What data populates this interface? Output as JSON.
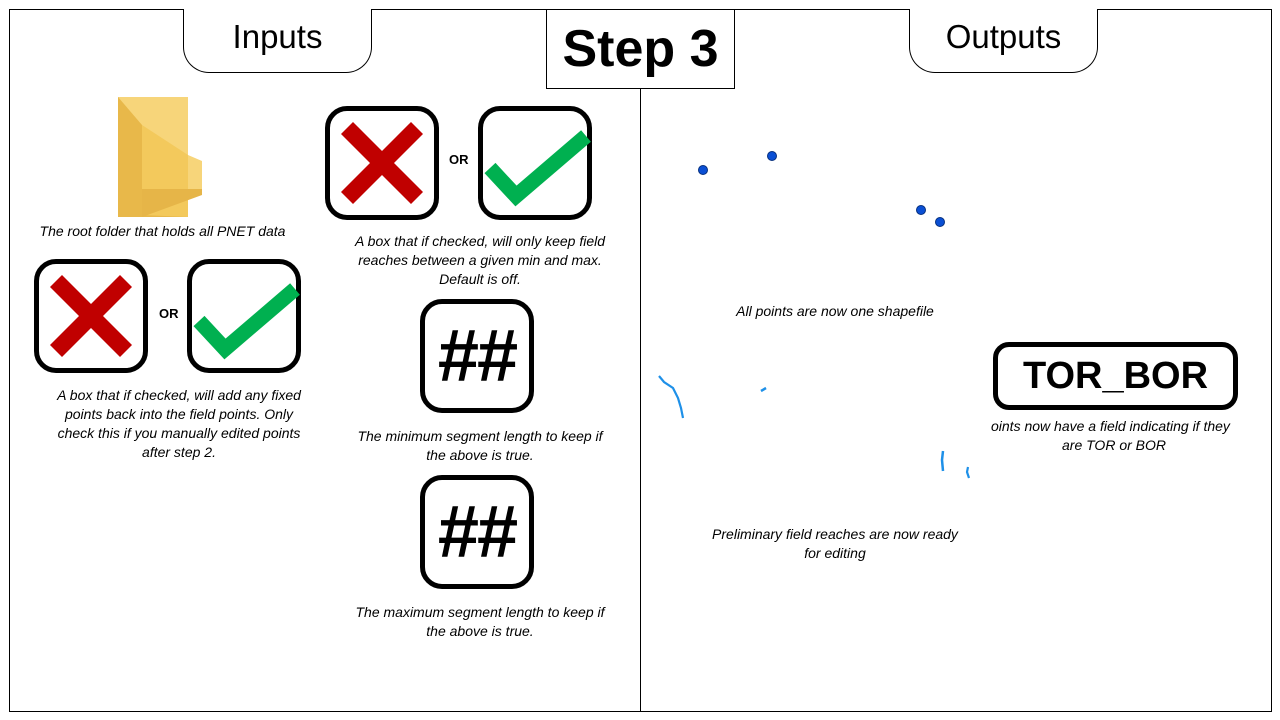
{
  "header": {
    "inputs_tab": "Inputs",
    "title": "Step 3",
    "outputs_tab": "Outputs"
  },
  "inputs": {
    "folder": {
      "icon": "folder-icon",
      "caption": "The root folder that holds all PNET data"
    },
    "or_label": "OR",
    "fixed_points_toggle": {
      "icons": [
        "cross-icon",
        "check-icon"
      ],
      "caption_lines": [
        "A box that if checked, will add any fixed",
        "points back into the field points. Only",
        "check this if you manually edited points",
        "after step 2."
      ]
    },
    "min_max_toggle": {
      "icons": [
        "cross-icon",
        "check-icon"
      ],
      "caption_lines": [
        "A box that if checked, will only keep field",
        "reaches between a given min and max.",
        "Default is off."
      ]
    },
    "min_length": {
      "symbol": "##",
      "caption_lines": [
        "The minimum segment length to keep if",
        "the above is true."
      ]
    },
    "max_length": {
      "symbol": "##",
      "caption_lines": [
        "The maximum segment length to keep if",
        "the above is true."
      ]
    }
  },
  "outputs": {
    "points_caption": "All points are now one shapefile",
    "reaches_caption_lines": [
      "Preliminary field reaches are now ready",
      "for editing"
    ],
    "field_label": "TOR_BOR",
    "field_caption_lines": [
      "oints now have a field indicating if they",
      "are TOR or BOR"
    ]
  },
  "colors": {
    "cross": "#c00000",
    "check": "#00b050",
    "points": "#0a4fd4",
    "reaches": "#1e90e8",
    "folder": "#f5c55a"
  }
}
